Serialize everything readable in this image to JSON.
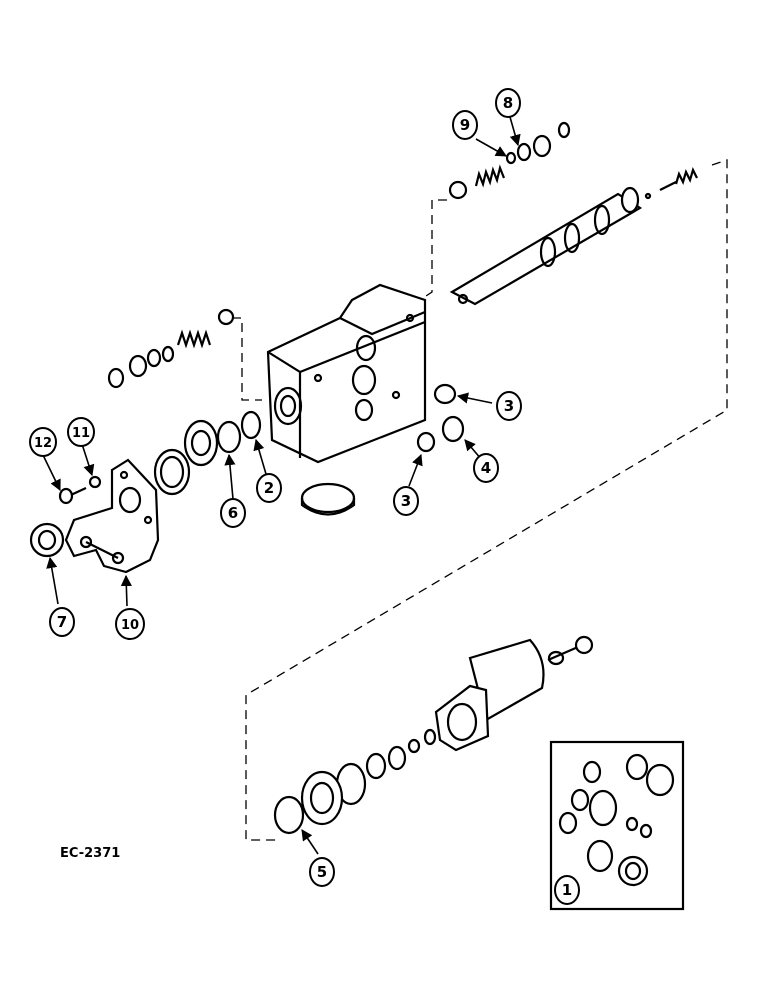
{
  "drawing": {
    "reference": "EC-2371"
  },
  "callouts": [
    {
      "id": "c1",
      "label": "1"
    },
    {
      "id": "c2",
      "label": "2"
    },
    {
      "id": "c3a",
      "label": "3"
    },
    {
      "id": "c3b",
      "label": "3"
    },
    {
      "id": "c4",
      "label": "4"
    },
    {
      "id": "c5",
      "label": "5"
    },
    {
      "id": "c6",
      "label": "6"
    },
    {
      "id": "c7",
      "label": "7"
    },
    {
      "id": "c8",
      "label": "8"
    },
    {
      "id": "c9",
      "label": "9"
    },
    {
      "id": "c10",
      "label": "10"
    },
    {
      "id": "c11",
      "label": "11"
    },
    {
      "id": "c12",
      "label": "12"
    }
  ]
}
